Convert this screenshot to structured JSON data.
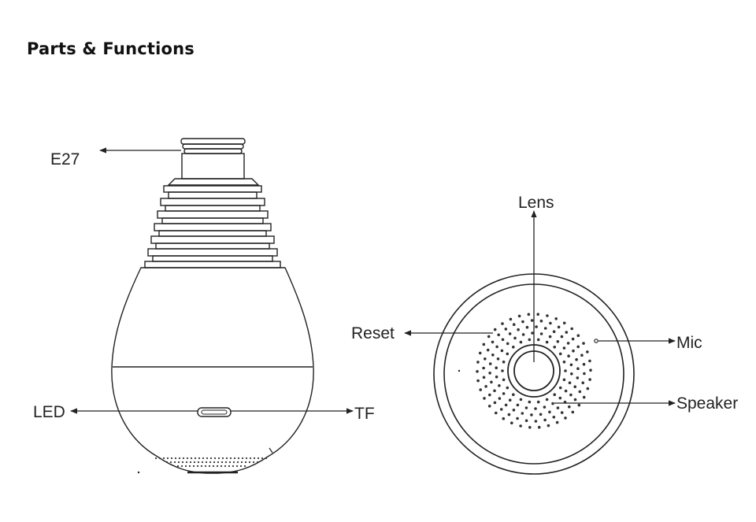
{
  "title": "Parts & Functions",
  "side_view": {
    "labels": {
      "e27": "E27",
      "led": "LED",
      "tf": "TF"
    }
  },
  "front_view": {
    "labels": {
      "lens": "Lens",
      "reset": "Reset",
      "mic": "Mic",
      "speaker": "Speaker"
    }
  },
  "colors": {
    "line": "#222222",
    "background": "#ffffff"
  }
}
